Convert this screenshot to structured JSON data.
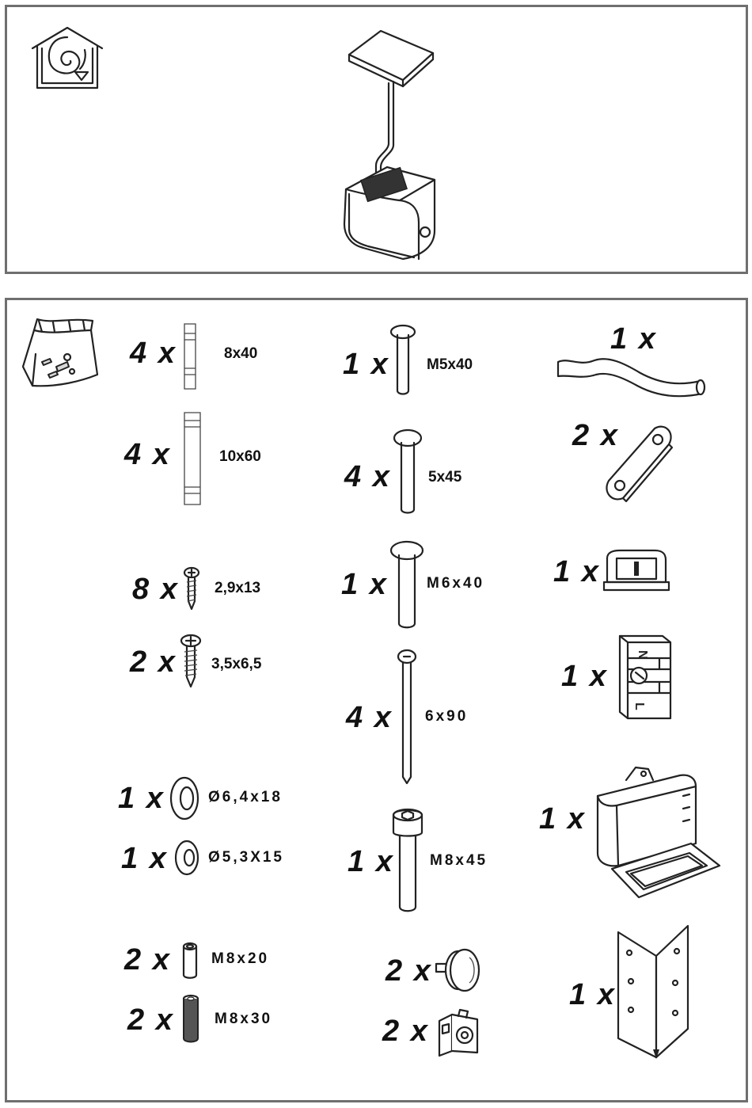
{
  "parts": {
    "dowel_8x40": {
      "qty": "4 x",
      "size": "8x40"
    },
    "dowel_10x60": {
      "qty": "4 x",
      "size": "10x60"
    },
    "screw_2_9x13": {
      "qty": "8 x",
      "size": "2,9x13"
    },
    "screw_3_5x6_5": {
      "qty": "2 x",
      "size": "3,5x6,5"
    },
    "washer_6_4": {
      "qty": "1 x",
      "size": "Ø6,4x18"
    },
    "washer_5_3": {
      "qty": "1 x",
      "size": "Ø5,3X15"
    },
    "spacer_m8x20": {
      "qty": "2 x",
      "size": "M8x20"
    },
    "spacer_m8x30": {
      "qty": "2 x",
      "size": "M8x30"
    },
    "bolt_m5x40": {
      "qty": "1 x",
      "size": "M5x40"
    },
    "bolt_5x45": {
      "qty": "4 x",
      "size": "5x45"
    },
    "bolt_m6x40": {
      "qty": "1 x",
      "size": "M6x40"
    },
    "rod_6x90": {
      "qty": "4 x",
      "size": "6x90"
    },
    "bolt_m8x45": {
      "qty": "1 x",
      "size": "M8x45"
    },
    "knob": {
      "qty": "2 x"
    },
    "cage_nut": {
      "qty": "2 x"
    },
    "hose": {
      "qty": "1 x"
    },
    "link_plate": {
      "qty": "2 x"
    },
    "cable_clamp": {
      "qty": "1 x"
    },
    "terminal": {
      "qty": "1 x",
      "labels": [
        "N",
        "L"
      ]
    },
    "junction_box": {
      "qty": "1 x"
    },
    "corner_bracket": {
      "qty": "1 x"
    }
  },
  "icons": {
    "top_left": "recirculation-house-icon",
    "bag": "fittings-bag-icon"
  }
}
